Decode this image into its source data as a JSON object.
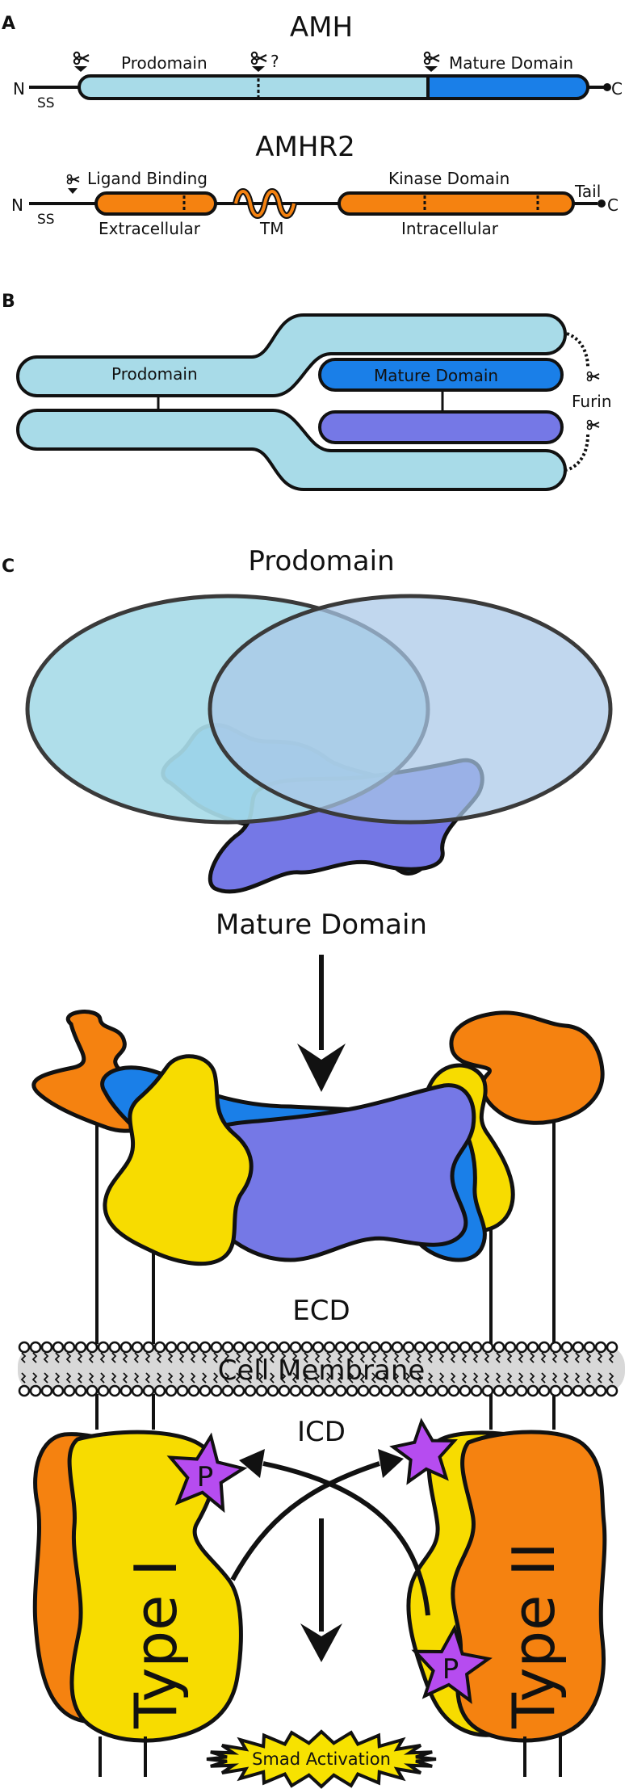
{
  "panelA": {
    "label": "A",
    "amh": {
      "title": "AMH",
      "n": "N",
      "c": "C",
      "ss": "SS",
      "prodomain": "Prodomain",
      "mature": "Mature Domain",
      "cleave_q": "?"
    },
    "amhr2": {
      "title": "AMHR2",
      "n": "N",
      "c": "C",
      "ss": "SS",
      "ligand": "Ligand Binding",
      "extracellular": "Extracellular",
      "tm": "TM",
      "kinase": "Kinase Domain",
      "intracellular": "Intracellular",
      "tail": "Tail"
    }
  },
  "panelB": {
    "label": "B",
    "prodomain": "Prodomain",
    "mature": "Mature Domain",
    "furin": "Furin"
  },
  "panelC": {
    "label": "C",
    "prodomain": "Prodomain",
    "mature": "Mature Domain",
    "ecd": "ECD",
    "membrane": "Cell Membrane",
    "icd": "ICD",
    "type1": "Type I",
    "type2": "Type II",
    "p": "P",
    "smad": "Smad Activation"
  },
  "colors": {
    "prodomain": "#a8dbe8",
    "mature": "#1a7fe8",
    "mature2": "#7578e6",
    "receptor": "#f58210",
    "type1": "#f7dc00",
    "star": "#b64cf0",
    "membrane": "#d8d8d8"
  }
}
